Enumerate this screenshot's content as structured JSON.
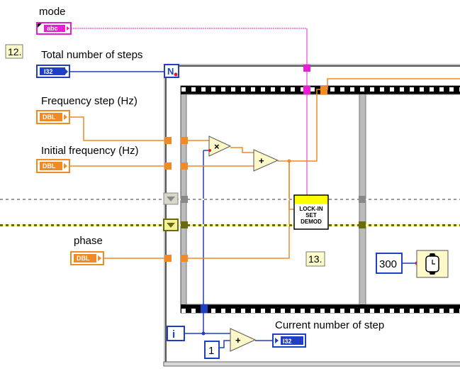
{
  "controls": {
    "mode": {
      "label": "mode",
      "type": "abc"
    },
    "total_steps": {
      "label": "Total number of steps",
      "type": "I32"
    },
    "freq_step": {
      "label": "Frequency step (Hz)",
      "type": "DBL"
    },
    "init_freq": {
      "label": "Initial frequency (Hz)",
      "type": "DBL"
    },
    "phase": {
      "label": "phase",
      "type": "DBL"
    }
  },
  "loop": {
    "count_terminal": "N",
    "iteration_terminal": "i",
    "constant_one": "1"
  },
  "indicator": {
    "label": "Current number of step",
    "type": "I32"
  },
  "subvi": {
    "lines": [
      "LOCK-IN",
      "SET",
      "DEMOD"
    ]
  },
  "wait": {
    "value": "300"
  },
  "notes": {
    "step12": "12.",
    "step13": "13."
  },
  "colors": {
    "orange_wire": "#f08a24",
    "blue_wire": "#1f3fc4",
    "pink_wire": "#e81ed2",
    "olive_wire": "#707010",
    "note_bg": "#ffffcc"
  }
}
